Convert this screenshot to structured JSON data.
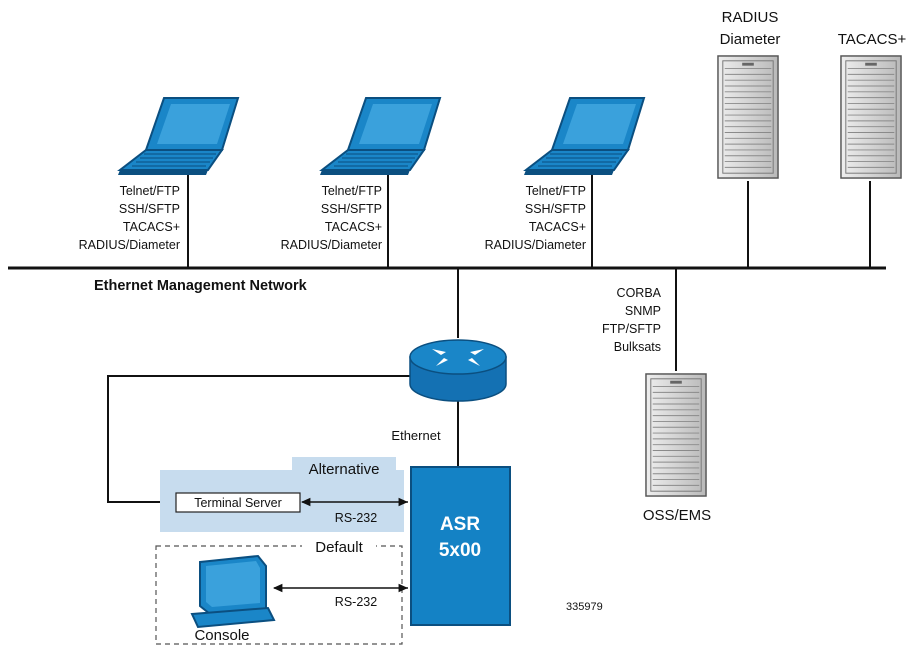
{
  "network": {
    "title": "Ethernet Management Network"
  },
  "servers": {
    "radius": {
      "label_lines": [
        "RADIUS",
        "Diameter"
      ]
    },
    "tacacs": {
      "label": "TACACS+"
    },
    "oss": {
      "label": "OSS/EMS",
      "protocols": [
        "CORBA",
        "SNMP",
        "FTP/SFTP",
        "Bulksats"
      ]
    }
  },
  "laptops": [
    {
      "protocols": [
        "Telnet/FTP",
        "SSH/SFTP",
        "TACACS+",
        "RADIUS/Diameter"
      ]
    },
    {
      "protocols": [
        "Telnet/FTP",
        "SSH/SFTP",
        "TACACS+",
        "RADIUS/Diameter"
      ]
    },
    {
      "protocols": [
        "Telnet/FTP",
        "SSH/SFTP",
        "TACACS+",
        "RADIUS/Diameter"
      ]
    }
  ],
  "router": {
    "link_label": "Ethernet"
  },
  "asr": {
    "lines": [
      "ASR",
      "5x00"
    ]
  },
  "alternative": {
    "title": "Alternative",
    "terminal_server": "Terminal Server",
    "link_label": "RS-232"
  },
  "default": {
    "title": "Default",
    "console": "Console",
    "link_label": "RS-232"
  },
  "figure_id": "335979",
  "colors": {
    "device_blue": "#1a86c8",
    "device_dark": "#0b4f80",
    "asr_blue": "#1482c5",
    "alt_box": "#c7dcee",
    "server_gray": "#dcdcdc"
  }
}
